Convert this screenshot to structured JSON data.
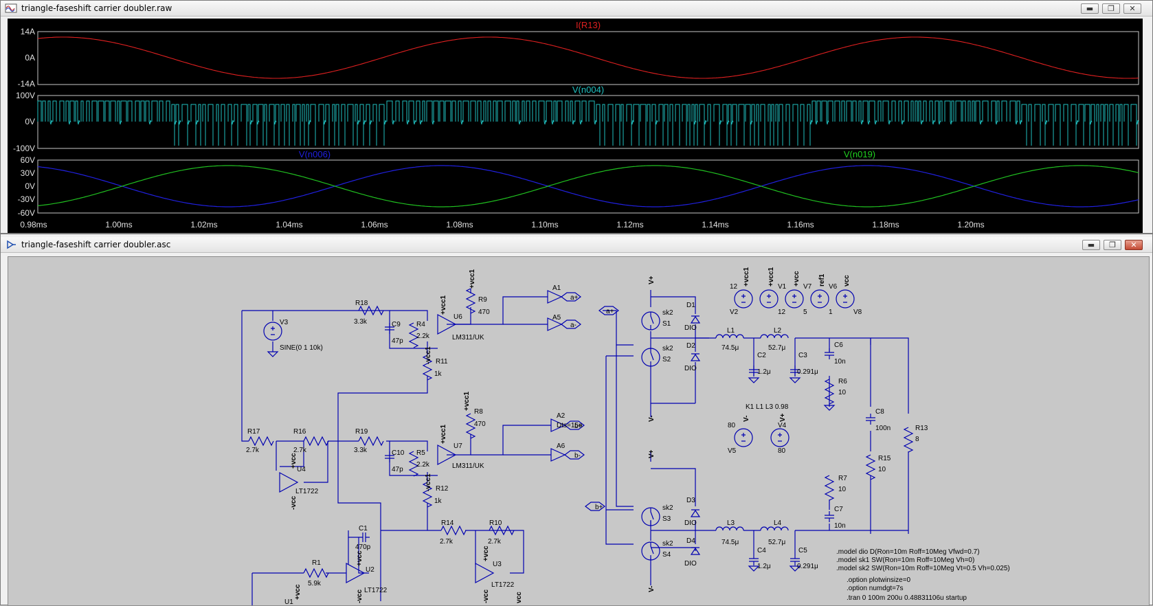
{
  "waveform_window": {
    "title": "triangle-faseshift carrier doubler.raw",
    "buttons": {
      "minimize": "▬",
      "maximize": "❐",
      "close": "✕"
    },
    "panes": [
      {
        "trace": "I(R13)",
        "color": "#e02020",
        "y_ticks": [
          "14A",
          "0A",
          "-14A"
        ]
      },
      {
        "trace": "V(n004)",
        "color": "#20c0c0",
        "y_ticks": [
          "100V",
          "0V",
          "-100V"
        ]
      },
      {
        "traces": [
          "V(n006)",
          "V(n019)"
        ],
        "colors": [
          "#2020e0",
          "#20d020"
        ],
        "y_ticks": [
          "60V",
          "30V",
          "0V",
          "-30V",
          "-60V"
        ]
      }
    ],
    "x_ticks": [
      "0.98ms",
      "1.00ms",
      "1.02ms",
      "1.04ms",
      "1.06ms",
      "1.08ms",
      "1.10ms",
      "1.12ms",
      "1.14ms",
      "1.16ms",
      "1.18ms",
      "1.20ms"
    ]
  },
  "schematic_window": {
    "title": "triangle-faseshift carrier doubler.asc",
    "buttons": {
      "minimize": "▬",
      "maximize": "❐",
      "close": "✕"
    },
    "components": {
      "R18": "R18",
      "R18v": "3.3k",
      "V3": "V3",
      "V3v": "SINE(0 1 10k)",
      "C9": "C9",
      "C9v": "47p",
      "R4": "R4",
      "R4v": "2.2k",
      "U6": "U6",
      "U6v": "LM311/UK",
      "R9": "R9",
      "R9v": "470",
      "R11": "R11",
      "R11v": "1k",
      "A1": "A1",
      "A5": "A5",
      "A2": "A2",
      "A2v": "Dts=15n",
      "A6": "A6",
      "R17": "R17",
      "R17v": "2.7k",
      "R16": "R16",
      "R16v": "2.7k",
      "R19": "R19",
      "R19v": "3.3k",
      "C10": "C10",
      "C10v": "47p",
      "R5": "R5",
      "R5v": "2.2k",
      "U7": "U7",
      "U7v": "LM311/UK",
      "R8": "R8",
      "R8v": "470",
      "R12": "R12",
      "R12v": "1k",
      "U4": "U4",
      "U4v": "LT1722",
      "C1": "C1",
      "C1v": "470p",
      "R14": "R14",
      "R14v": "2.7k",
      "R10": "R10",
      "R10v": "2.7k",
      "U2": "U2",
      "U2v": "LT1722",
      "U3": "U3",
      "U3v": "LT1722",
      "R1": "R1",
      "R1v": "5.9k",
      "U1": "U1",
      "S1": "S1",
      "S2": "S2",
      "S3": "S3",
      "S4": "S4",
      "sk2": "sk2",
      "D1": "D1",
      "D2": "D2",
      "D3": "D3",
      "D4": "D4",
      "DIO": "DIO",
      "L1": "L1",
      "L1v": "74.5μ",
      "L2": "L2",
      "L2v": "52.7μ",
      "L3": "L3",
      "L3v": "74.5μ",
      "L4": "L4",
      "L4v": "52.7μ",
      "C2": "C2",
      "C2v": "1.2μ",
      "C3": "C3",
      "C3v": "0.291μ",
      "C4": "C4",
      "C4v": "1.2μ",
      "C5": "C5",
      "C5v": "0.291μ",
      "C6": "C6",
      "C6v": "10n",
      "C7": "C7",
      "C7v": "10n",
      "C8": "C8",
      "C8v": "100n",
      "R6": "R6",
      "R6v": "10",
      "R7": "R7",
      "R7v": "10",
      "R13": "R13",
      "R13v": "8",
      "R15": "R15",
      "R15v": "10",
      "V1": "V1",
      "V1v": "12",
      "V2": "V2",
      "V2v": "12",
      "V4": "V4",
      "V4v": "80",
      "V5": "V5",
      "V5v": "80",
      "V6": "V6",
      "V6v": "1",
      "V7": "V7",
      "V7v": "5",
      "V8": "V8",
      "kline": "K1 L1 L3 0.98"
    },
    "nets": {
      "vcc1": "+vcc1",
      "nvcc1": "-vcc1",
      "vcc": "+vcc",
      "nvcc": "-vcc",
      "ref1": "ref1",
      "vp": "V+",
      "vm": "V-",
      "ap": "a+",
      "am": "a-",
      "bp": "b+",
      "bm": "b-",
      "vcc_plain": "vcc"
    },
    "directives": [
      ".model dio D(Ron=10m Roff=10Meg Vfwd=0.7)",
      ".model sk1 SW(Ron=10m Roff=10Meg Vh=0)",
      ".model sk2 SW(Ron=10m Roff=10Meg Vt=0.5 Vh=0.025)",
      ".option plotwinsize=0",
      ".option numdgt=7s",
      ".tran 0 100m 200u 0.48831106u startup"
    ]
  }
}
